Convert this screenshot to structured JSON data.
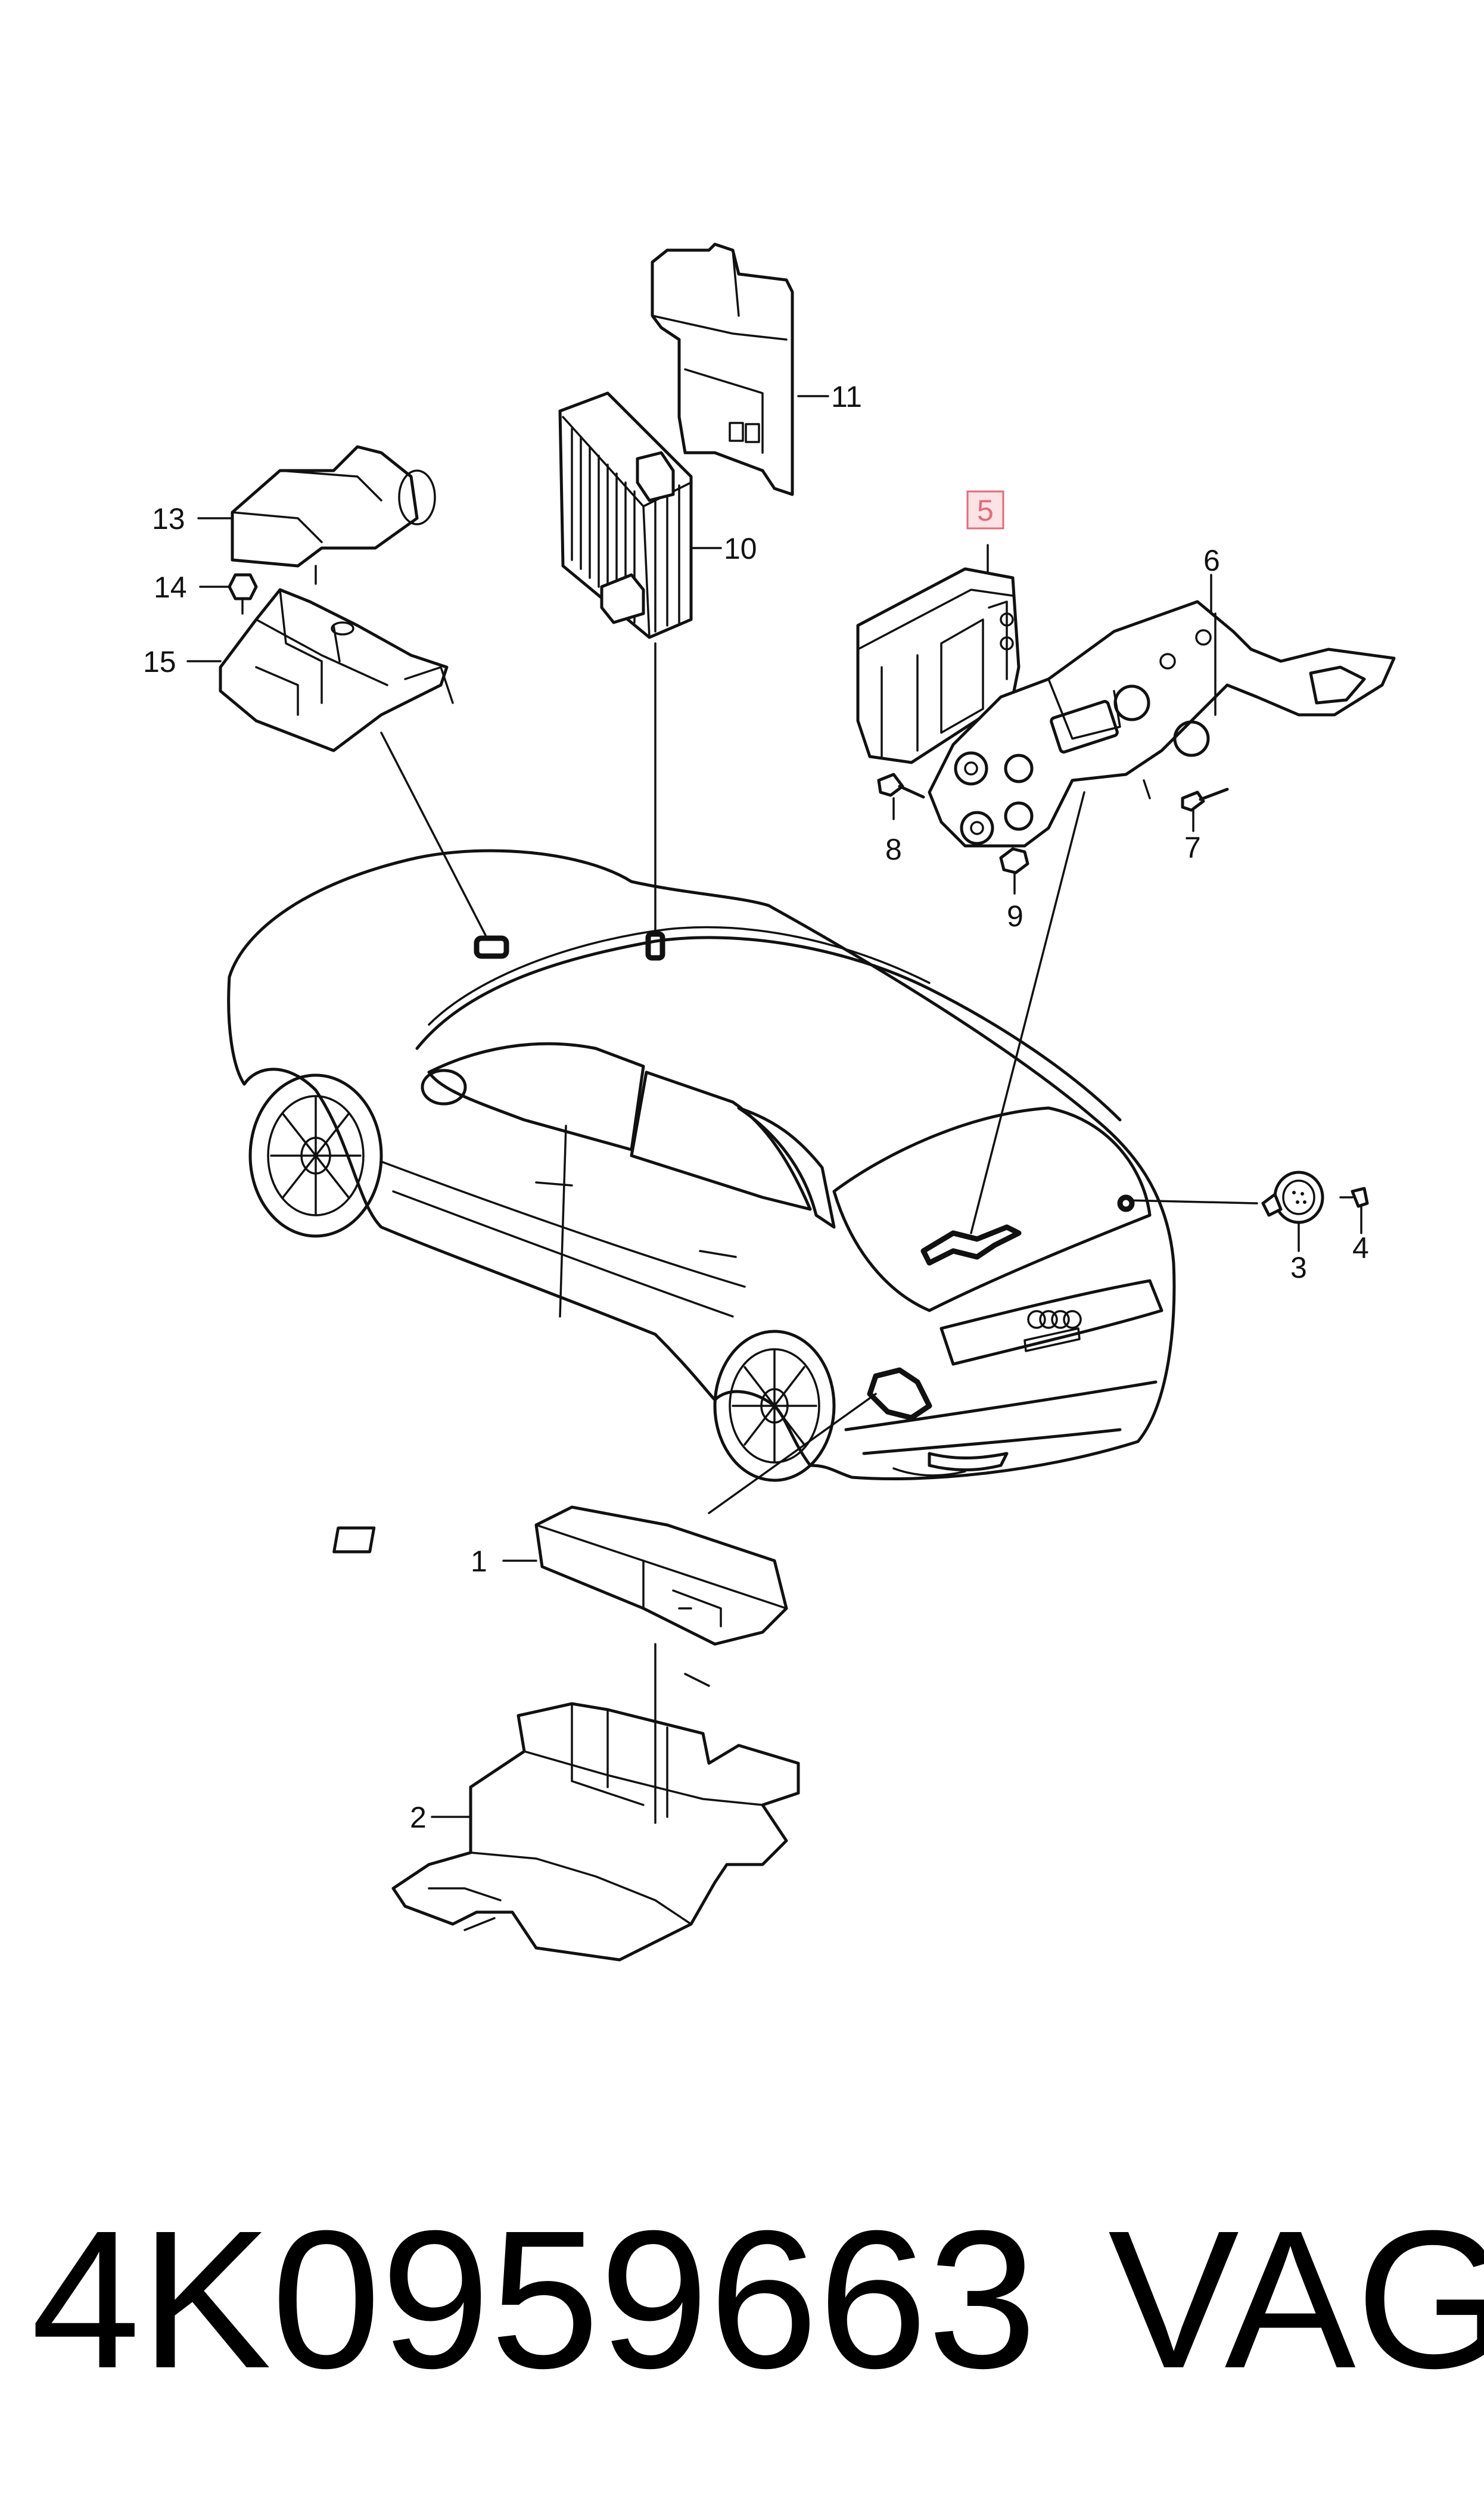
{
  "diagram": {
    "callouts": [
      {
        "id": "1",
        "text": "1"
      },
      {
        "id": "2",
        "text": "2"
      },
      {
        "id": "3",
        "text": "3"
      },
      {
        "id": "4",
        "text": "4"
      },
      {
        "id": "5",
        "text": "5",
        "highlighted": true
      },
      {
        "id": "6",
        "text": "6"
      },
      {
        "id": "7",
        "text": "7"
      },
      {
        "id": "8",
        "text": "8"
      },
      {
        "id": "9",
        "text": "9"
      },
      {
        "id": "10",
        "text": "10"
      },
      {
        "id": "11",
        "text": "11"
      },
      {
        "id": "13",
        "text": "13"
      },
      {
        "id": "14",
        "text": "14"
      },
      {
        "id": "15",
        "text": "15"
      }
    ],
    "highlight_color": "#e36b7b"
  },
  "footer": {
    "part_number": "4K0959663",
    "brand": "VAG"
  }
}
